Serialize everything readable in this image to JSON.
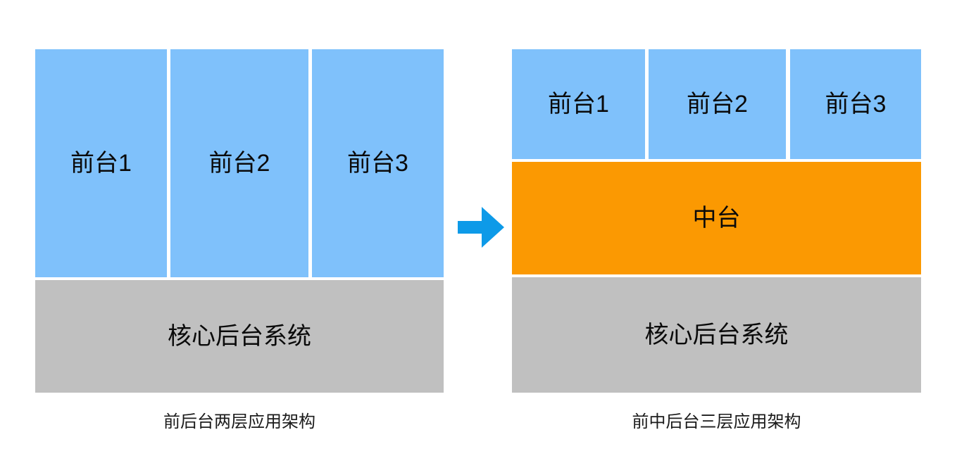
{
  "diagram": {
    "title_semantic": "front-middle-back office architecture comparison",
    "colors": {
      "front_office": "#7FC1FB",
      "middle_platform": "#FB9902",
      "back_office": "#C0C0C0",
      "arrow": "#0D9AE8",
      "text": "#0A0A0A",
      "background": "#FFFFFF"
    },
    "left": {
      "caption": "前后台两层应用架构",
      "front_blocks": [
        {
          "label": "前台1"
        },
        {
          "label": "前台2"
        },
        {
          "label": "前台3"
        }
      ],
      "back_block": {
        "label": "核心后台系统"
      }
    },
    "arrow": {
      "icon": "arrow-right-icon",
      "direction": "right"
    },
    "right": {
      "caption": "前中后台三层应用架构",
      "front_blocks": [
        {
          "label": "前台1"
        },
        {
          "label": "前台2"
        },
        {
          "label": "前台3"
        }
      ],
      "middle_block": {
        "label": "中台"
      },
      "back_block": {
        "label": "核心后台系统"
      }
    }
  }
}
